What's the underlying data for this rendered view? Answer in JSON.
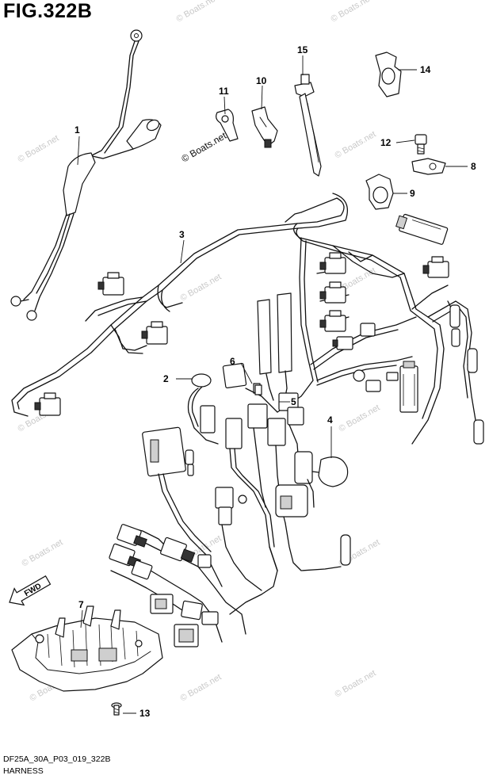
{
  "figure_title": "FIG.322B",
  "caption_code": "DF25A_30A_P03_019_322B",
  "caption_name": "HARNESS",
  "fwd_label": "FWD",
  "watermark": "© Boats.net",
  "callouts": [
    "1",
    "2",
    "3",
    "4",
    "5",
    "6",
    "7",
    "8",
    "9",
    "10",
    "11",
    "12",
    "13",
    "14",
    "15"
  ]
}
